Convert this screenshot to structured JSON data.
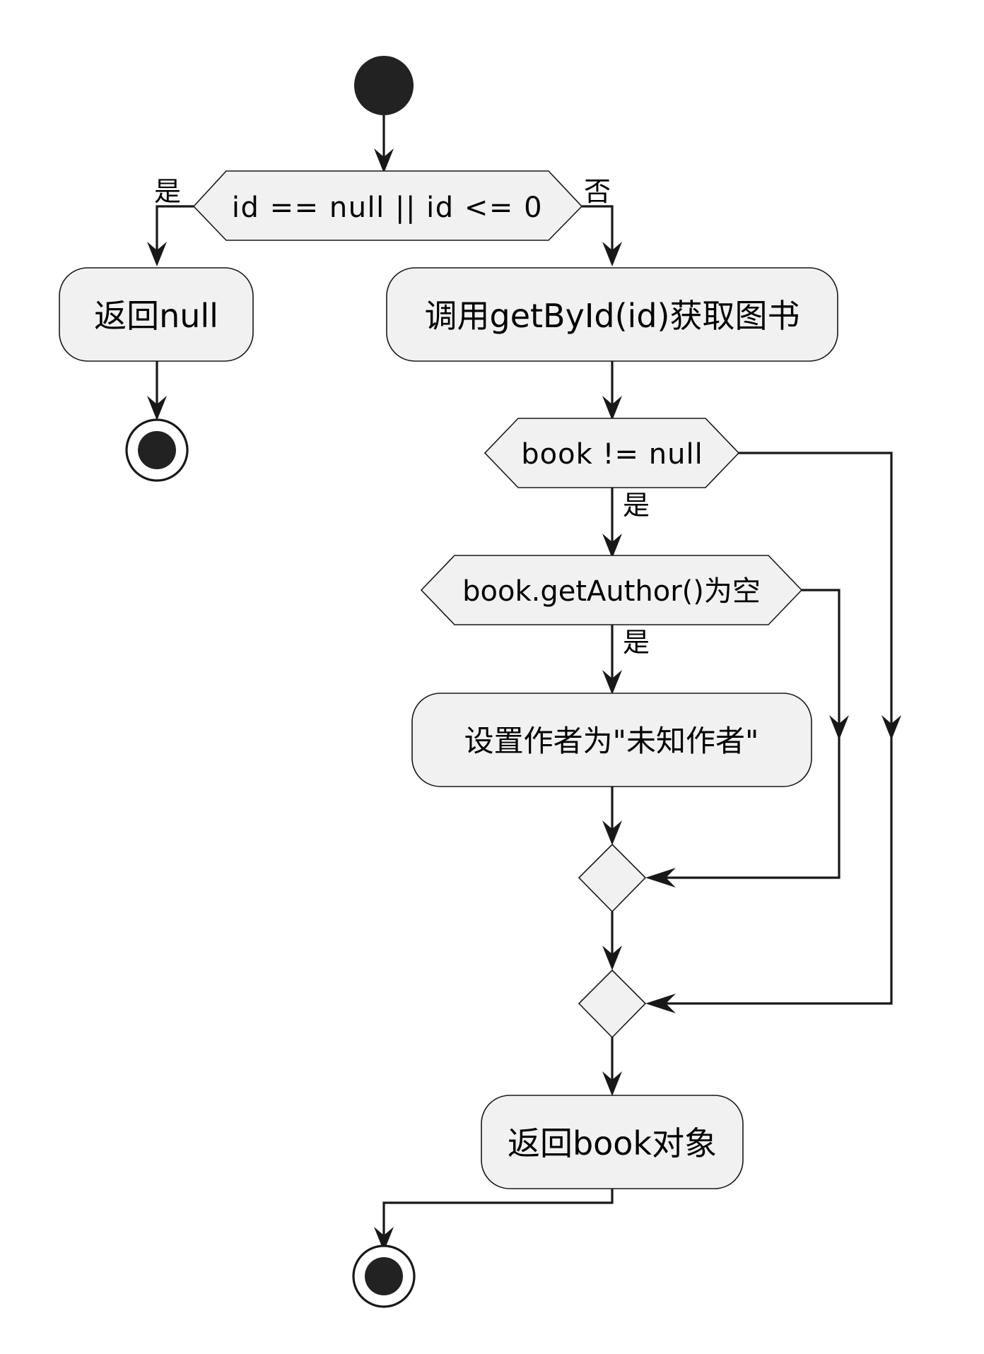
{
  "colors": {
    "node_fill": "#f1f1f1",
    "stroke": "#181818",
    "text": "#000000",
    "background": "#ffffff"
  },
  "decisions": {
    "id_check": {
      "condition": "id == null || id <= 0",
      "yes_label": "是",
      "no_label": "否"
    },
    "book_check": {
      "condition": "book != null",
      "yes_label": "是"
    },
    "author_check": {
      "condition": "book.getAuthor()为空",
      "yes_label": "是"
    }
  },
  "actions": {
    "return_null": "返回null",
    "get_by_id": "调用getById(id)获取图书",
    "set_author": "设置作者为\"未知作者\"",
    "return_book": "返回book对象"
  }
}
